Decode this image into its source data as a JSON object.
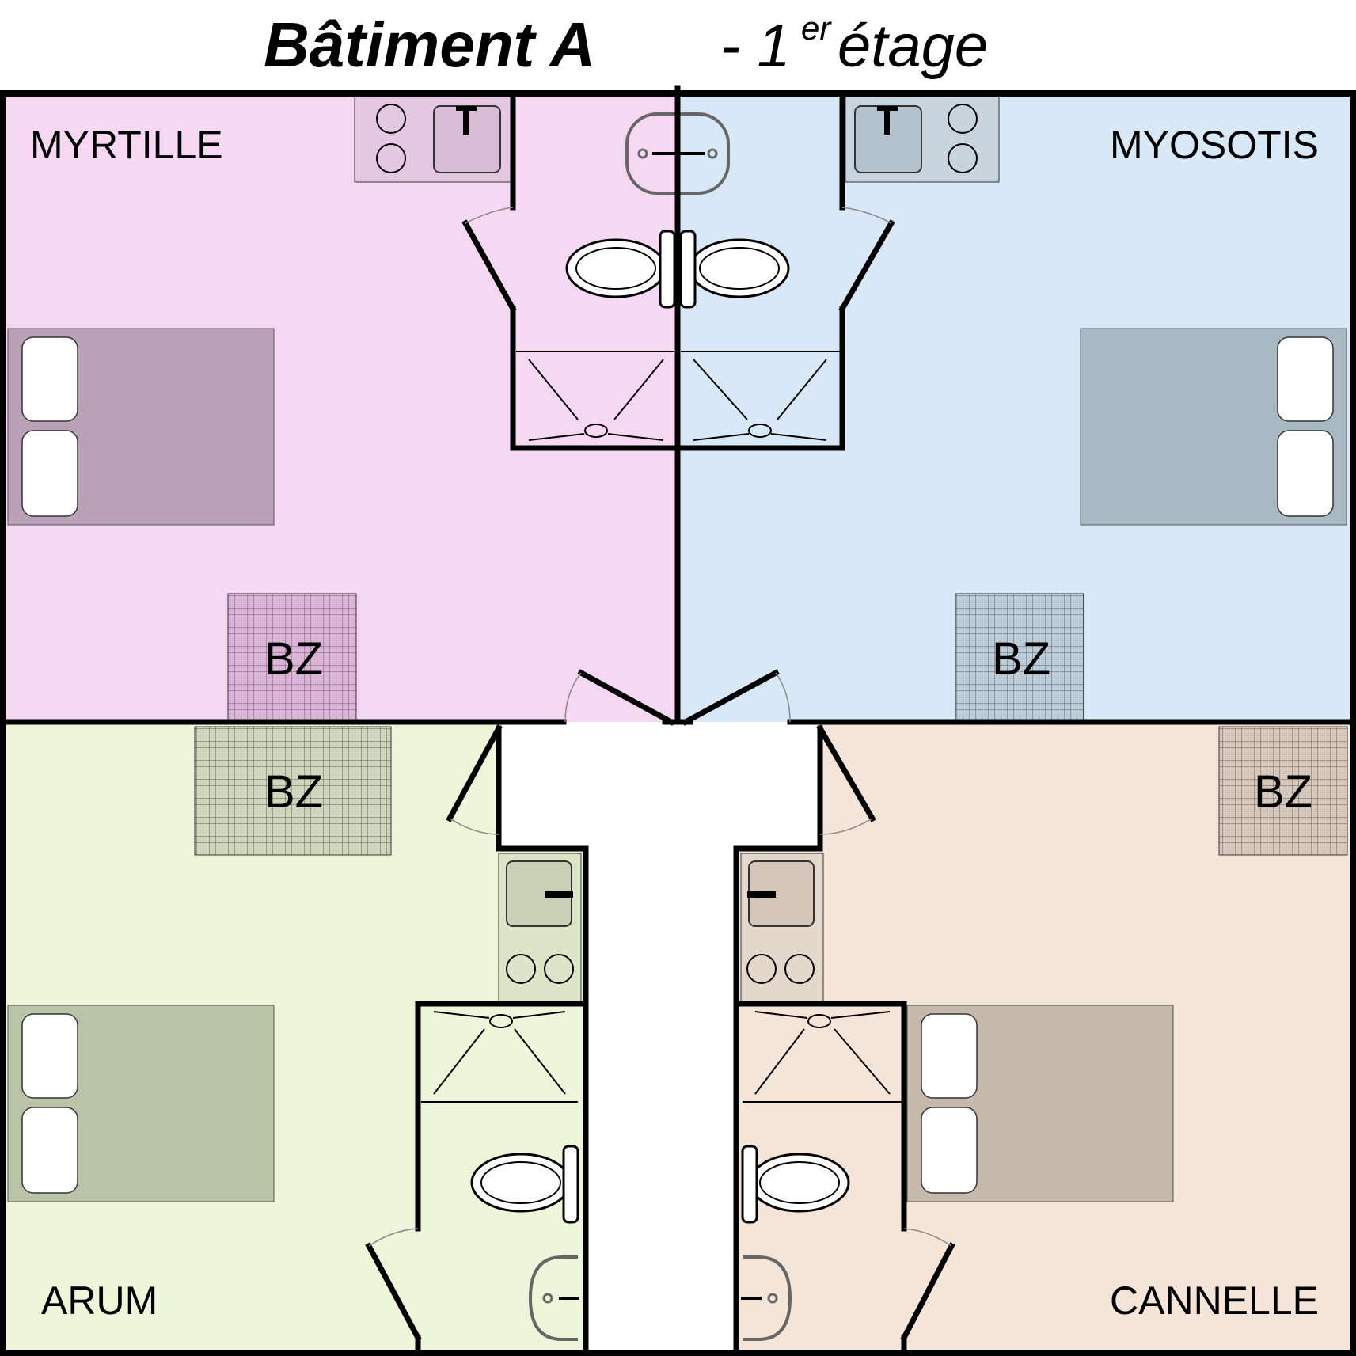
{
  "title": {
    "main": "Bâtiment A",
    "dash": " - 1",
    "sup": "er",
    "rest": " étage"
  },
  "rooms": [
    {
      "name": "MYRTILLE",
      "color": "#f7d8f3",
      "furniture_color": "#b9a2b8"
    },
    {
      "name": "MYOSOTIS",
      "color": "#d8e8f7",
      "furniture_color": "#a9b9c4"
    },
    {
      "name": "ARUM",
      "color": "#eef6da",
      "furniture_color": "#b9c3a6"
    },
    {
      "name": "CANNELLE",
      "color": "#f5e5d9",
      "furniture_color": "#c5b9ab"
    }
  ],
  "bz_labels": [
    "BZ",
    "BZ",
    "BZ",
    "BZ"
  ],
  "icons": [
    "bed-icon",
    "sofa-bed-icon",
    "kitchenette-icon",
    "toilet-icon",
    "shower-icon",
    "sink-icon",
    "door-icon"
  ]
}
